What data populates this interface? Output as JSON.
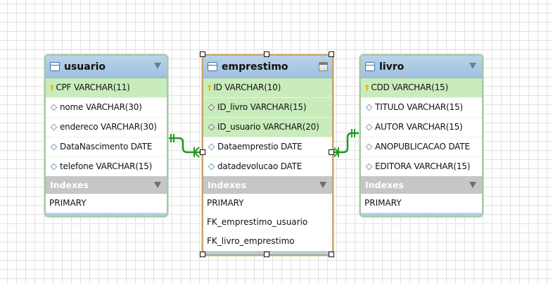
{
  "tables": {
    "usuario": {
      "name": "usuario",
      "columns": [
        {
          "text": "CPF VARCHAR(11)",
          "kind": "pk"
        },
        {
          "text": "nome VARCHAR(30)",
          "kind": "col"
        },
        {
          "text": "endereco VARCHAR(30)",
          "kind": "col"
        },
        {
          "text": "DataNascimento DATE",
          "kind": "col"
        },
        {
          "text": "telefone VARCHAR(15)",
          "kind": "col"
        }
      ],
      "indexes_label": "Indexes",
      "indexes": [
        "PRIMARY"
      ]
    },
    "emprestimo": {
      "name": "emprestimo",
      "columns": [
        {
          "text": "ID VARCHAR(10)",
          "kind": "pk"
        },
        {
          "text": "ID_livro VARCHAR(15)",
          "kind": "fk"
        },
        {
          "text": "ID_usuario VARCHAR(20)",
          "kind": "fk"
        },
        {
          "text": "Dataemprestio DATE",
          "kind": "col"
        },
        {
          "text": "datadevolucao DATE",
          "kind": "col"
        }
      ],
      "indexes_label": "Indexes",
      "indexes": [
        "PRIMARY",
        "FK_emprestimo_usuario",
        "FK_livro_emprestimo"
      ]
    },
    "livro": {
      "name": "livro",
      "columns": [
        {
          "text": "CDD VARCHAR(15)",
          "kind": "pk"
        },
        {
          "text": "TITULO VARCHAR(15)",
          "kind": "col"
        },
        {
          "text": "AUTOR VARCHAR(15)",
          "kind": "col"
        },
        {
          "text": "ANOPUBLICACAO DATE",
          "kind": "col"
        },
        {
          "text": "EDITORA VARCHAR(15)",
          "kind": "col"
        }
      ],
      "indexes_label": "Indexes",
      "indexes": [
        "PRIMARY"
      ]
    }
  },
  "relationships": [
    {
      "from": "usuario",
      "to": "emprestimo",
      "type": "one-to-many",
      "color": "#1f9a1f"
    },
    {
      "from": "livro",
      "to": "emprestimo",
      "type": "one-to-many",
      "color": "#1f9a1f"
    }
  ],
  "colors": {
    "header": "#9fc1df",
    "key_row": "#c8ecbb",
    "indexes_band": "#c6c6c6",
    "relationship": "#1f9a1f",
    "selection": "#c8a36a"
  }
}
